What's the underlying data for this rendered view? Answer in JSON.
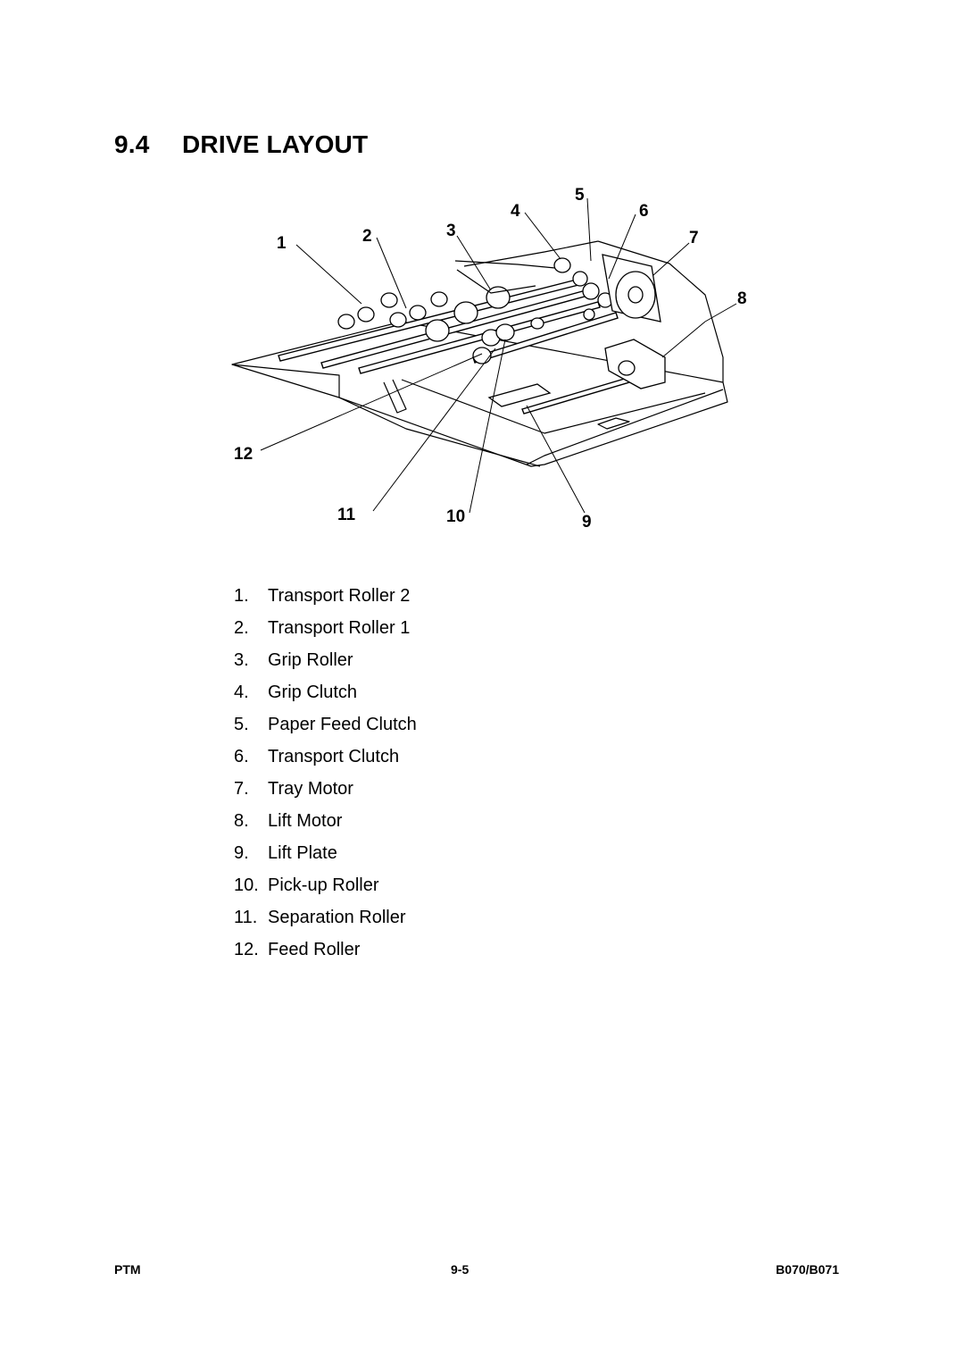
{
  "heading": {
    "number": "9.4",
    "title": "DRIVE LAYOUT"
  },
  "figure": {
    "callouts": [
      "1",
      "2",
      "3",
      "4",
      "5",
      "6",
      "7",
      "8",
      "9",
      "10",
      "11",
      "12"
    ]
  },
  "legend": [
    {
      "num": "1.",
      "label": "Transport Roller 2"
    },
    {
      "num": "2.",
      "label": "Transport Roller 1"
    },
    {
      "num": "3.",
      "label": "Grip Roller"
    },
    {
      "num": "4.",
      "label": "Grip Clutch"
    },
    {
      "num": "5.",
      "label": "Paper Feed Clutch"
    },
    {
      "num": "6.",
      "label": "Transport Clutch"
    },
    {
      "num": "7.",
      "label": "Tray Motor"
    },
    {
      "num": "8.",
      "label": "Lift Motor"
    },
    {
      "num": "9.",
      "label": "Lift Plate"
    },
    {
      "num": "10.",
      "label": "Pick-up Roller"
    },
    {
      "num": "11.",
      "label": "Separation Roller"
    },
    {
      "num": "12.",
      "label": "Feed Roller"
    }
  ],
  "footer": {
    "left": "PTM",
    "center": "9-5",
    "right": "B070/B071"
  }
}
